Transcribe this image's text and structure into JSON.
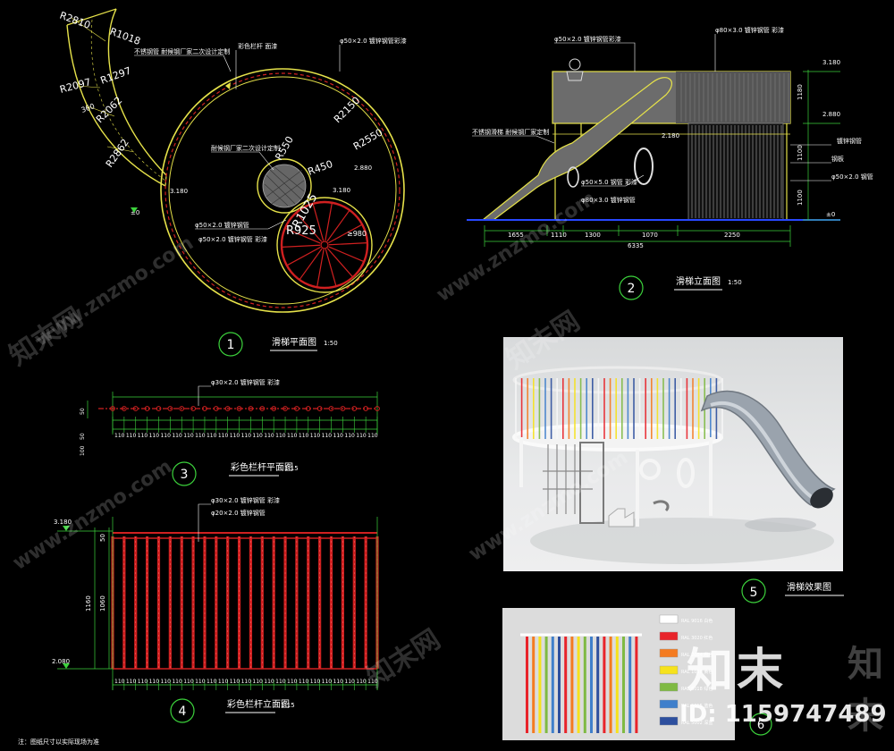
{
  "views": [
    {
      "num": "1",
      "title": "滑梯平面图",
      "scale": "1:50"
    },
    {
      "num": "2",
      "title": "滑梯立面图",
      "scale": "1:50"
    },
    {
      "num": "3",
      "title": "彩色栏杆平面图",
      "scale": "1:15"
    },
    {
      "num": "4",
      "title": "彩色栏杆立面图",
      "scale": "1:15"
    },
    {
      "num": "5",
      "title": "滑梯效果图"
    },
    {
      "num": "6"
    }
  ],
  "plan": {
    "radii": [
      "R2810",
      "R1018",
      "R2097",
      "R1297",
      "R2062",
      "R2862",
      "R2150",
      "R2550",
      "R550",
      "R450",
      "R1025",
      "R925"
    ],
    "short_labels": [
      "360",
      "≥980"
    ],
    "elevations": [
      "2.880",
      "3.180",
      "3.180",
      "±0"
    ],
    "notes": [
      "不锈钢管 耐候钢厂家二次设计定制",
      "φ50×2.0 镀锌钢管彩漆",
      "彩色栏杆 面漆",
      "耐候钢厂家二次设计定制",
      "φ50×2.0 镀锌钢管",
      "φ50×2.0 镀锌钢管 彩漆"
    ]
  },
  "elevation": {
    "dims": [
      "1655",
      "1110",
      "1300",
      "1070",
      "2250"
    ],
    "total": "6335",
    "right_levels": [
      "3.180",
      "2.880",
      "2.180",
      "±0"
    ],
    "right_dims": [
      "1180",
      "1100",
      "1100"
    ],
    "notes": [
      "φ50×2.0 镀锌钢管彩漆",
      "φ80×3.0 镀锌钢管 彩漆",
      "不锈钢滑梯 耐候钢厂家定制",
      "φ50×5.0 钢管 彩漆",
      "φ80×3.0 镀锌钢管",
      "镀锌钢管",
      "钢板",
      "φ50×2.0 钢管"
    ]
  },
  "railplan": {
    "note": "φ30×2.0 镀锌钢管 彩漆",
    "dims": [
      "110",
      "110",
      "110",
      "110",
      "110",
      "110",
      "110",
      "110",
      "110",
      "110",
      "110",
      "110",
      "110",
      "110",
      "110",
      "110",
      "110",
      "110",
      "110",
      "110",
      "110",
      "110",
      "110"
    ],
    "side": [
      "50",
      "50",
      "100"
    ]
  },
  "railelev": {
    "note1": "φ30×2.0 镀锌钢管 彩漆",
    "note2": "φ20×2.0 镀锌钢管",
    "left_levels": [
      "3.180",
      "2.080"
    ],
    "left_dims": [
      "50",
      "1060",
      "1160"
    ],
    "dims": [
      "110",
      "110",
      "110",
      "110",
      "110",
      "110",
      "110",
      "110",
      "110",
      "110",
      "110",
      "110",
      "110",
      "110",
      "110",
      "110",
      "110",
      "110",
      "110",
      "110",
      "110",
      "110",
      "110"
    ]
  },
  "footnote": "注：图纸尺寸以实际现场为准",
  "legend": {
    "colors": [
      "#ffffff",
      "#e8232a",
      "#f47b20",
      "#f6e21c",
      "#7fba43",
      "#3f7fcb",
      "#2d4f9e"
    ],
    "labels": [
      "RAL 9016 白色",
      "RAL 3020 红色",
      "RAL 2004 橙色",
      "RAL 1018 黄色",
      "RAL 6018 绿色",
      "RAL 5015 蓝色",
      "RAL 5002 深蓝"
    ]
  },
  "watermark": {
    "logo": "知末",
    "id": "ID: 1159747489",
    "site": "www.znzmo.com",
    "brand": "知末网"
  }
}
